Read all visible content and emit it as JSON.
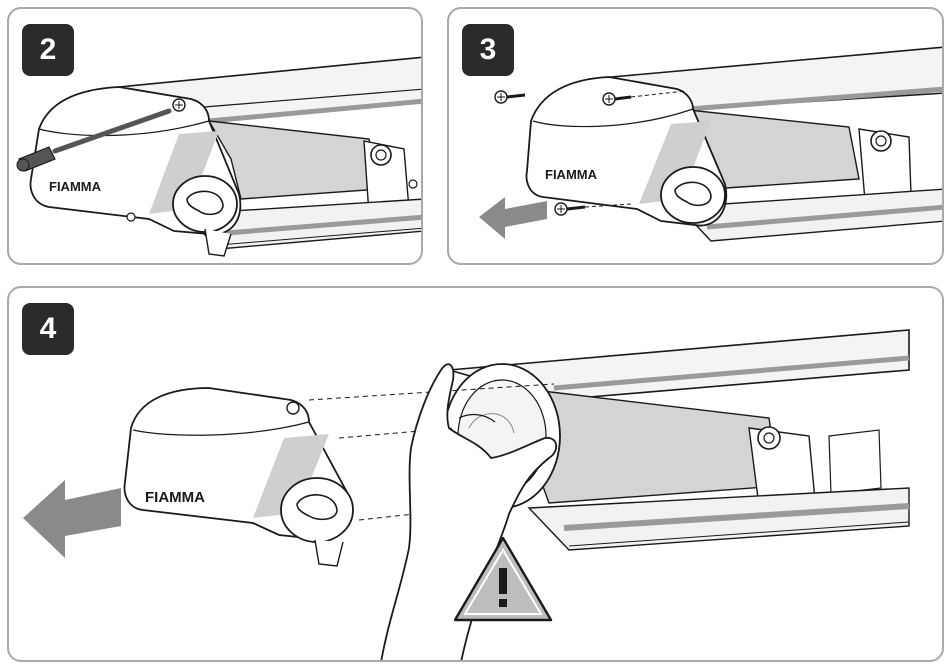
{
  "panels": [
    {
      "step": "2",
      "brand": "FIAMMA"
    },
    {
      "step": "3",
      "brand": "FIAMMA"
    },
    {
      "step": "4",
      "brand": "FIAMMA"
    }
  ],
  "colors": {
    "border": "#a9a9a9",
    "badge": "#2b2b2b",
    "fabric": "#d4d4d4",
    "arrow": "#8a8a8a",
    "outline": "#1a1a1a"
  },
  "icons": [
    "screwdriver-icon",
    "screw-icon",
    "arrow-left-icon",
    "warning-triangle-icon",
    "hand-icon"
  ]
}
